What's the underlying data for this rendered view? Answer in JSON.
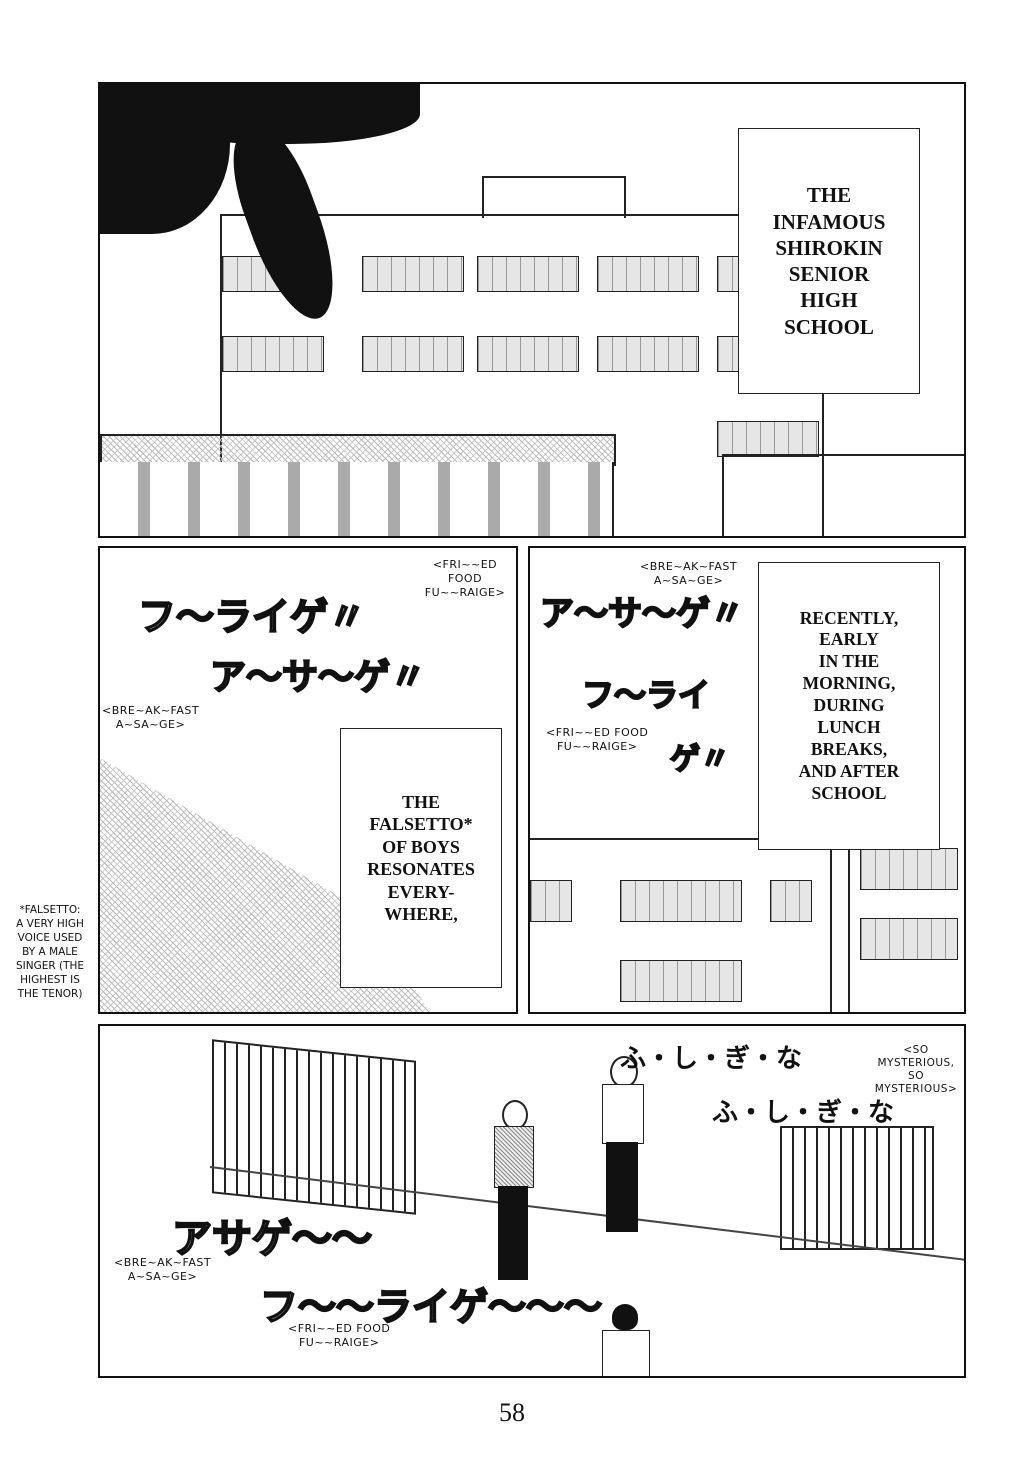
{
  "page": {
    "number": "58"
  },
  "panels": [
    {
      "id": "panel-1",
      "scene": "school-building-exterior",
      "caption": [
        "THE",
        "INFAMOUS",
        "SHIROKIN",
        "SENIOR",
        "HIGH",
        "SCHOOL"
      ]
    },
    {
      "id": "panel-2",
      "scene": "greenhouse-roof",
      "sfx": [
        "フ〜ライゲ〃",
        "ア〜サ〜ゲ〃"
      ],
      "translations": [
        [
          "<FRI~~ED FOOD",
          "FU~~RAIGE>"
        ],
        [
          "<BRE~AK~FAST",
          "A~SA~GE>"
        ]
      ],
      "caption": [
        "THE",
        "FALSETTO*",
        "OF BOYS",
        "RESONATES",
        "EVERY-",
        "WHERE,"
      ]
    },
    {
      "id": "panel-3",
      "scene": "school-building-side",
      "sfx": [
        "ア〜サ〜ゲ〃",
        "フ〜ライ",
        "ゲ〃"
      ],
      "translations": [
        [
          "<BRE~AK~FAST",
          "A~SA~GE>"
        ],
        [
          "<FRI~~ED FOOD",
          "FU~~RAIGE>"
        ]
      ],
      "caption": [
        "RECENTLY,",
        "EARLY",
        "IN THE",
        "MORNING,",
        "DURING",
        "LUNCH",
        "BREAKS,",
        "AND AFTER",
        "SCHOOL"
      ]
    },
    {
      "id": "panel-4",
      "scene": "students-walking-near-bike-racks",
      "sfx": [
        "ふ・し・ぎ・な",
        "ふ・し・ぎ・な",
        "アサゲ〜〜",
        "フ〜〜ライゲ〜〜〜"
      ],
      "translations": [
        [
          "<SO MYSTERIOUS,",
          "SO MYSTERIOUS>"
        ],
        [
          "<BRE~AK~FAST",
          "A~SA~GE>"
        ],
        [
          "<FRI~~ED FOOD",
          "FU~~RAIGE>"
        ]
      ]
    }
  ],
  "footnote": [
    "*FALSETTO:",
    "A VERY HIGH",
    "VOICE USED",
    "BY A MALE",
    "SINGER (THE",
    "HIGHEST IS",
    "THE TENOR)"
  ]
}
